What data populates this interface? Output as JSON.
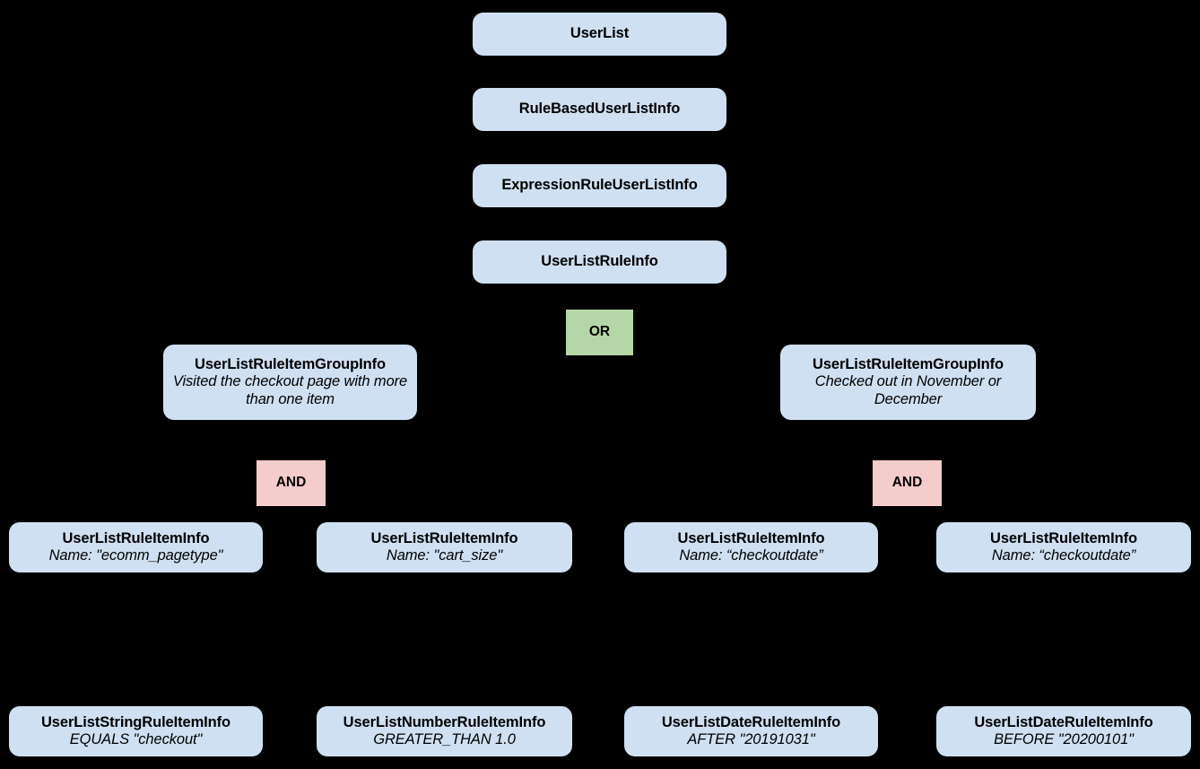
{
  "diagram": {
    "type": "hierarchy",
    "background_color": "#000000",
    "entity_color": "#cfe0f2",
    "or_color": "#b5d6a7",
    "and_color": "#f4cccc",
    "text_color": "#000000"
  },
  "hierarchy": {
    "level1": {
      "title": "UserList"
    },
    "level2": {
      "title": "RuleBasedUserListInfo"
    },
    "level3": {
      "title": "ExpressionRuleUserListInfo"
    },
    "level4": {
      "title": "UserListRuleInfo"
    },
    "root_operator": {
      "label": "OR"
    },
    "groups": [
      {
        "title": "UserListRuleItemGroupInfo",
        "subtitle": "Visited the checkout page with more than one item",
        "operator": {
          "label": "AND"
        },
        "items": [
          {
            "title": "UserListRuleItemInfo",
            "subtitle": "Name: \"ecomm_pagetype\"",
            "leaf": {
              "title": "UserListStringRuleItemInfo",
              "subtitle": "EQUALS \"checkout\""
            }
          },
          {
            "title": "UserListRuleItemInfo",
            "subtitle": "Name: \"cart_size\"",
            "leaf": {
              "title": "UserListNumberRuleItemInfo",
              "subtitle": "GREATER_THAN 1.0"
            }
          }
        ]
      },
      {
        "title": "UserListRuleItemGroupInfo",
        "subtitle": "Checked out in November or December",
        "operator": {
          "label": "AND"
        },
        "items": [
          {
            "title": "UserListRuleItemInfo",
            "subtitle": "Name: “checkoutdate”",
            "leaf": {
              "title": "UserListDateRuleItemInfo",
              "subtitle": "AFTER \"20191031\""
            }
          },
          {
            "title": "UserListRuleItemInfo",
            "subtitle": "Name: “checkoutdate”",
            "leaf": {
              "title": "UserListDateRuleItemInfo",
              "subtitle": "BEFORE \"20200101\""
            }
          }
        ]
      }
    ]
  }
}
